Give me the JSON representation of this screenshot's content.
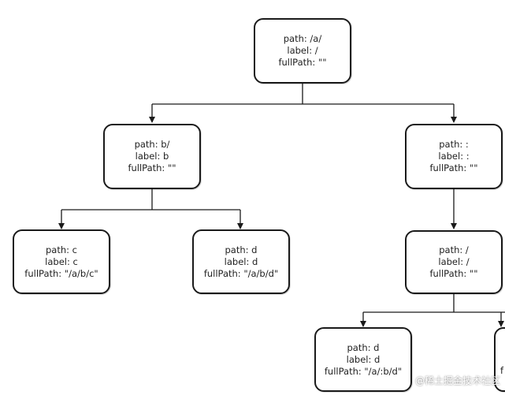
{
  "nodes": {
    "root": {
      "path": "path: /a/",
      "label": "label: /",
      "fullPath": "fullPath: \"\""
    },
    "b": {
      "path": "path: b/",
      "label": "label: b",
      "fullPath": "fullPath: \"\""
    },
    "colon": {
      "path": "path: :",
      "label": "label: :",
      "fullPath": "fullPath: \"\""
    },
    "c": {
      "path": "path: c",
      "label": "label: c",
      "fullPath": "fullPath: \"/a/b/c\""
    },
    "d": {
      "path": "path: d",
      "label": "label: d",
      "fullPath": "fullPath: \"/a/b/d\""
    },
    "slash": {
      "path": "path: /",
      "label": "label: /",
      "fullPath": "fullPath: \"\""
    },
    "d2": {
      "path": "path: d",
      "label": "label: d",
      "fullPath": "fullPath: \"/a/:b/d\""
    },
    "cut": {
      "fullPath": "f"
    }
  },
  "watermark": "@稀土掘金技术社区"
}
